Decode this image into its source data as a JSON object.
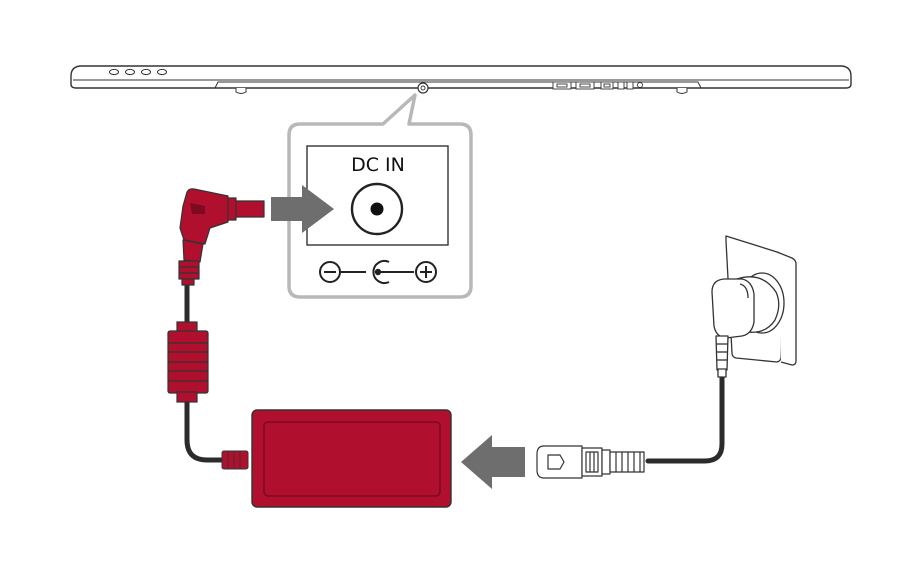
{
  "diagram": {
    "port_label": "DC IN",
    "polarity_minus": "−",
    "polarity_plus": "+",
    "colors": {
      "adapter": "#b0102e",
      "adapter_dark": "#7d0a20",
      "cable": "#2b2b2b",
      "arrow": "#6e6e6e",
      "callout_border": "#b8b8b8",
      "outline": "#333333"
    },
    "icons": [
      "soundbar",
      "dc-in-port",
      "dc-plug",
      "power-adapter",
      "ac-cord",
      "wall-outlet",
      "insert-arrow"
    ]
  }
}
